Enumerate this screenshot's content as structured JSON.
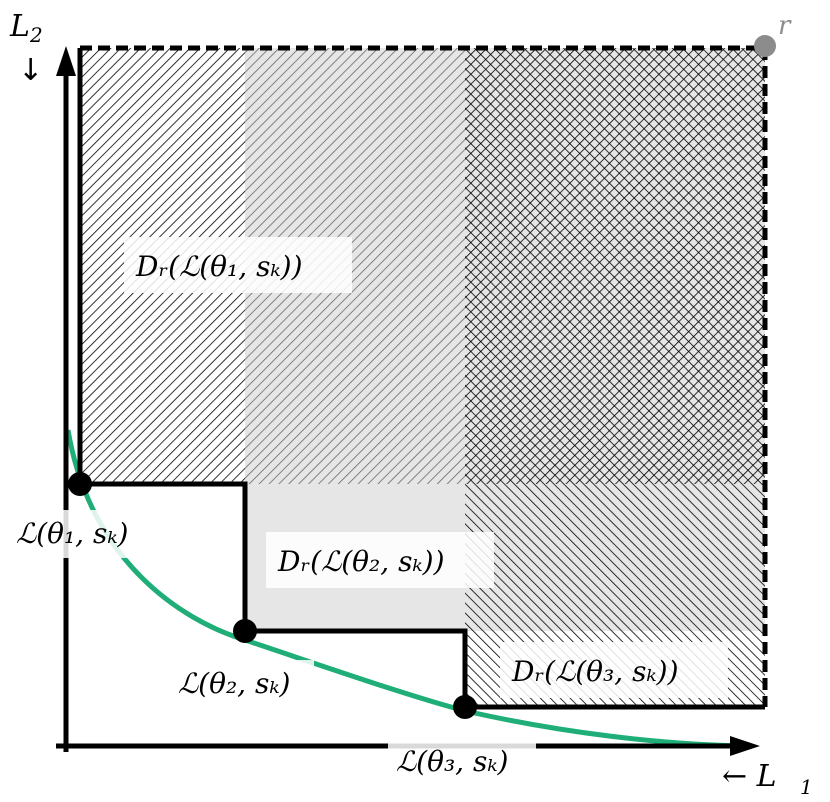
{
  "axes": {
    "x_label": "← L",
    "x_label_sub": "1",
    "y_label": "L",
    "y_label_sub": "2",
    "y_arrow": "↓"
  },
  "reference_point": {
    "label": "r",
    "color": "#8c8c8c"
  },
  "points": [
    {
      "name": "point-theta1",
      "label": "ℒ(θ₁, sₖ)"
    },
    {
      "name": "point-theta2",
      "label": "ℒ(θ₂, sₖ)"
    },
    {
      "name": "point-theta3",
      "label": "ℒ(θ₃, sₖ)"
    }
  ],
  "regions": [
    {
      "name": "region-d1",
      "label": "Dᵣ(ℒ(θ₁, sₖ))"
    },
    {
      "name": "region-d2",
      "label": "Dᵣ(ℒ(θ₂, sₖ))"
    },
    {
      "name": "region-d3",
      "label": "Dᵣ(ℒ(θ₃, sₖ))"
    }
  ],
  "colors": {
    "front_curve": "#1fae77",
    "region_fill_light": "#e6e6e6",
    "hatch": "#000000",
    "reference_point": "#8c8c8c"
  }
}
